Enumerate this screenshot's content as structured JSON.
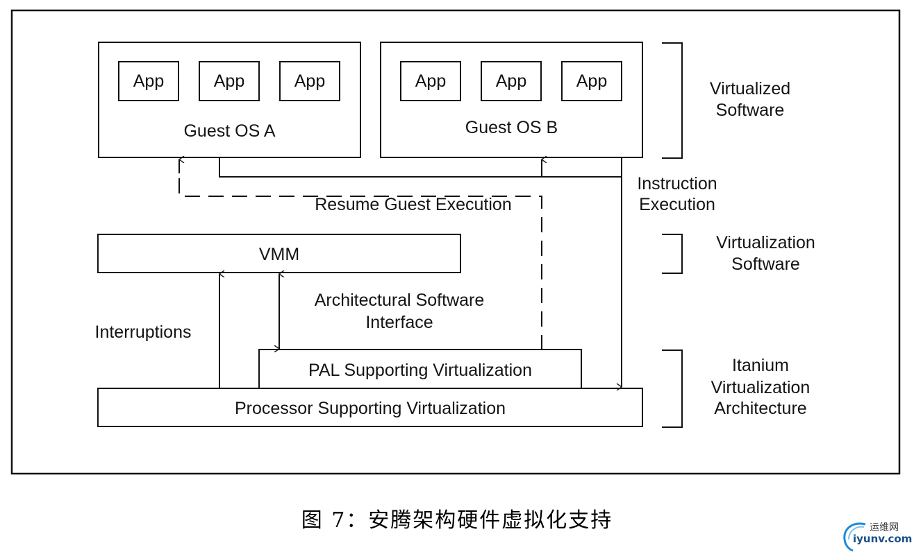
{
  "diagram": {
    "guest_os_a": {
      "title": "Guest OS A",
      "apps": [
        "App",
        "App",
        "App"
      ]
    },
    "guest_os_b": {
      "title": "Guest OS B",
      "apps": [
        "App",
        "App",
        "App"
      ]
    },
    "vmm": "VMM",
    "pal": "PAL Supporting Virtualization",
    "processor": "Processor Supporting Virtualization",
    "edge_labels": {
      "resume_guest_execution": "Resume Guest Execution",
      "instruction_execution": [
        "Instruction",
        "Execution"
      ],
      "interruptions": "Interruptions",
      "architectural_software_interface": [
        "Architectural Software",
        "Interface"
      ]
    },
    "layer_labels": {
      "virtualized_software": [
        "Virtualized",
        "Software"
      ],
      "virtualization_software": [
        "Virtualization",
        "Software"
      ],
      "itanium_virtualization_architecture": [
        "Itanium",
        "Virtualization",
        "Architecture"
      ]
    }
  },
  "caption": "图 7：安腾架构硬件虚拟化支持",
  "watermark": {
    "icon": "swirl-logo-icon",
    "text_cn": "运维网",
    "text_en": "iyunv.com"
  }
}
